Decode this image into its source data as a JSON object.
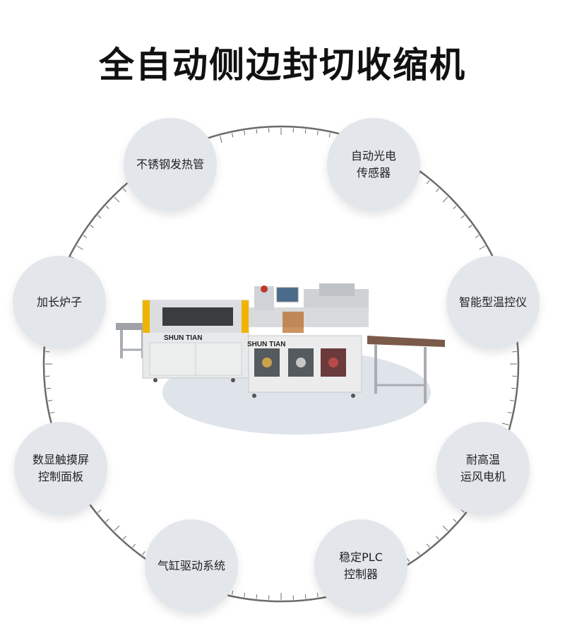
{
  "title": "全自动侧边封切收缩机",
  "features": [
    {
      "lines": [
        "不锈钢发热管"
      ]
    },
    {
      "lines": [
        "自动光电",
        "传感器"
      ]
    },
    {
      "lines": [
        "加长炉子"
      ]
    },
    {
      "lines": [
        "智能型温控仪"
      ]
    },
    {
      "lines": [
        "数显触摸屏",
        "控制面板"
      ]
    },
    {
      "lines": [
        "耐高温",
        "运风电机"
      ]
    },
    {
      "lines": [
        "气缸驱动系统"
      ]
    },
    {
      "lines": [
        "稳定PLC",
        "控制器"
      ]
    }
  ],
  "machine": {
    "brand_left": "SHUN TIAN",
    "brand_right": "SHUN TIAN"
  },
  "colors": {
    "bubble": "#e3e7ec",
    "ring": "#6b6b6b",
    "machine_body": "#e9e9ea",
    "accent_yellow": "#f0b400"
  }
}
